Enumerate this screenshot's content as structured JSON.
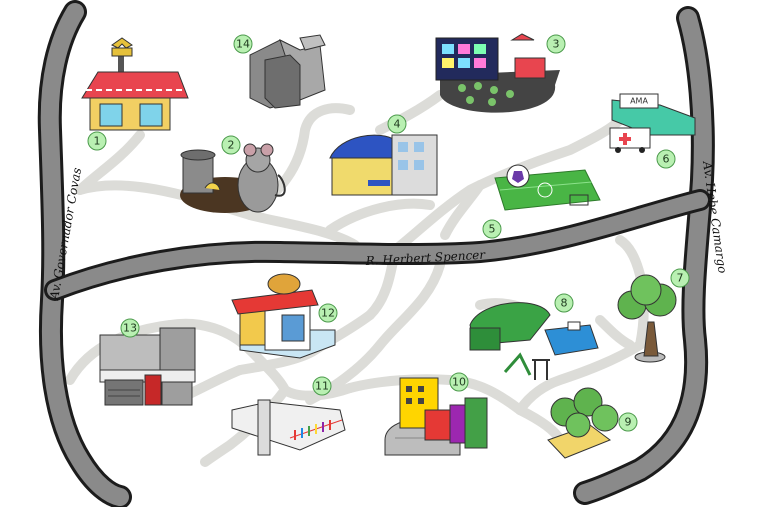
{
  "streets": {
    "left": "Av. Governador Covas",
    "middle": "R. Herbert Spencer",
    "right": "Av. Hebe Camargo"
  },
  "buildings": {
    "b6_sign": "AMA"
  },
  "markers": [
    "1",
    "2",
    "3",
    "4",
    "5",
    "6",
    "7",
    "8",
    "9",
    "10",
    "11",
    "12",
    "13",
    "14"
  ],
  "colors": {
    "road_main": "#8a8a8a",
    "road_outline": "#1c1c1c",
    "path": "#dcdcd8",
    "badge_fill": "#b9f0b2",
    "badge_stroke": "#4c9a4c"
  }
}
